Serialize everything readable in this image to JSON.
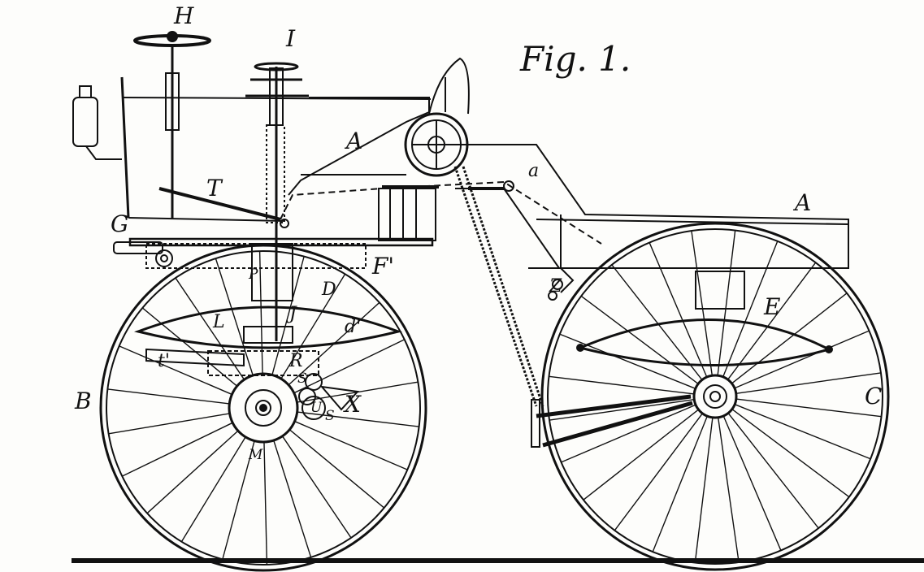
{
  "figure": {
    "title": "Fig. 1.",
    "labels": {
      "H": "H",
      "I": "I",
      "A_body": "A",
      "A_rear": "A",
      "a": "a",
      "T": "T",
      "G": "G",
      "F": "F'",
      "P": "P",
      "D": "D",
      "J": "J",
      "L": "L",
      "d": "d'",
      "t": "t'",
      "R": "R",
      "S_upper": "S",
      "S_lower": "S",
      "X": "X",
      "U": "U",
      "M": "M",
      "B": "B",
      "Z": "Z",
      "E": "E",
      "C": "C"
    }
  }
}
